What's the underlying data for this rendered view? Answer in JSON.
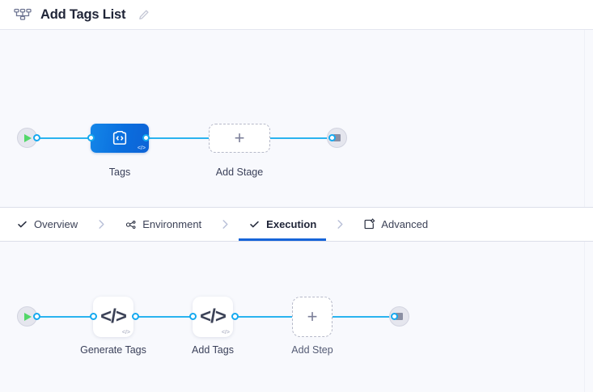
{
  "header": {
    "icon": "pipeline-icon",
    "title": "Add Tags List",
    "edit_icon": "pencil-icon"
  },
  "stage_canvas": {
    "name": "stage-canvas",
    "start_node": {
      "icon": "play-icon",
      "label": ""
    },
    "end_node": {
      "icon": "stop-icon",
      "label": ""
    },
    "nodes": [
      {
        "id": "stage-tags",
        "label": "Tags",
        "type": "stage",
        "state": "selected",
        "icon": "custom-stage-icon",
        "badge": "</>"
      },
      {
        "id": "add-stage",
        "label": "Add Stage",
        "type": "add",
        "icon": "plus-icon"
      }
    ]
  },
  "tabs": {
    "items": [
      {
        "id": "overview",
        "label": "Overview",
        "icon": "check-icon",
        "active": false
      },
      {
        "id": "environment",
        "label": "Environment",
        "icon": "environment-icon",
        "active": false
      },
      {
        "id": "execution",
        "label": "Execution",
        "icon": "check-icon",
        "active": true
      },
      {
        "id": "advanced",
        "label": "Advanced",
        "icon": "advanced-icon",
        "active": false
      }
    ],
    "separator_icon": "chevron-right-icon"
  },
  "step_canvas": {
    "name": "step-canvas",
    "start_node": {
      "icon": "play-icon"
    },
    "end_node": {
      "icon": "stop-icon"
    },
    "nodes": [
      {
        "id": "generate-tags",
        "label": "Generate Tags",
        "type": "step",
        "icon": "code-icon",
        "badge": "</>"
      },
      {
        "id": "add-tags",
        "label": "Add Tags",
        "type": "step",
        "icon": "code-icon",
        "badge": "</>"
      },
      {
        "id": "add-step",
        "label": "Add Step",
        "type": "add",
        "icon": "plus-icon"
      }
    ]
  },
  "colors": {
    "accent_blue": "#1664d8",
    "wire_blue": "#2bb3ef",
    "node_blue": "#0a6ede",
    "canvas_bg": "#f8f9fd",
    "play_green": "#53d769"
  }
}
